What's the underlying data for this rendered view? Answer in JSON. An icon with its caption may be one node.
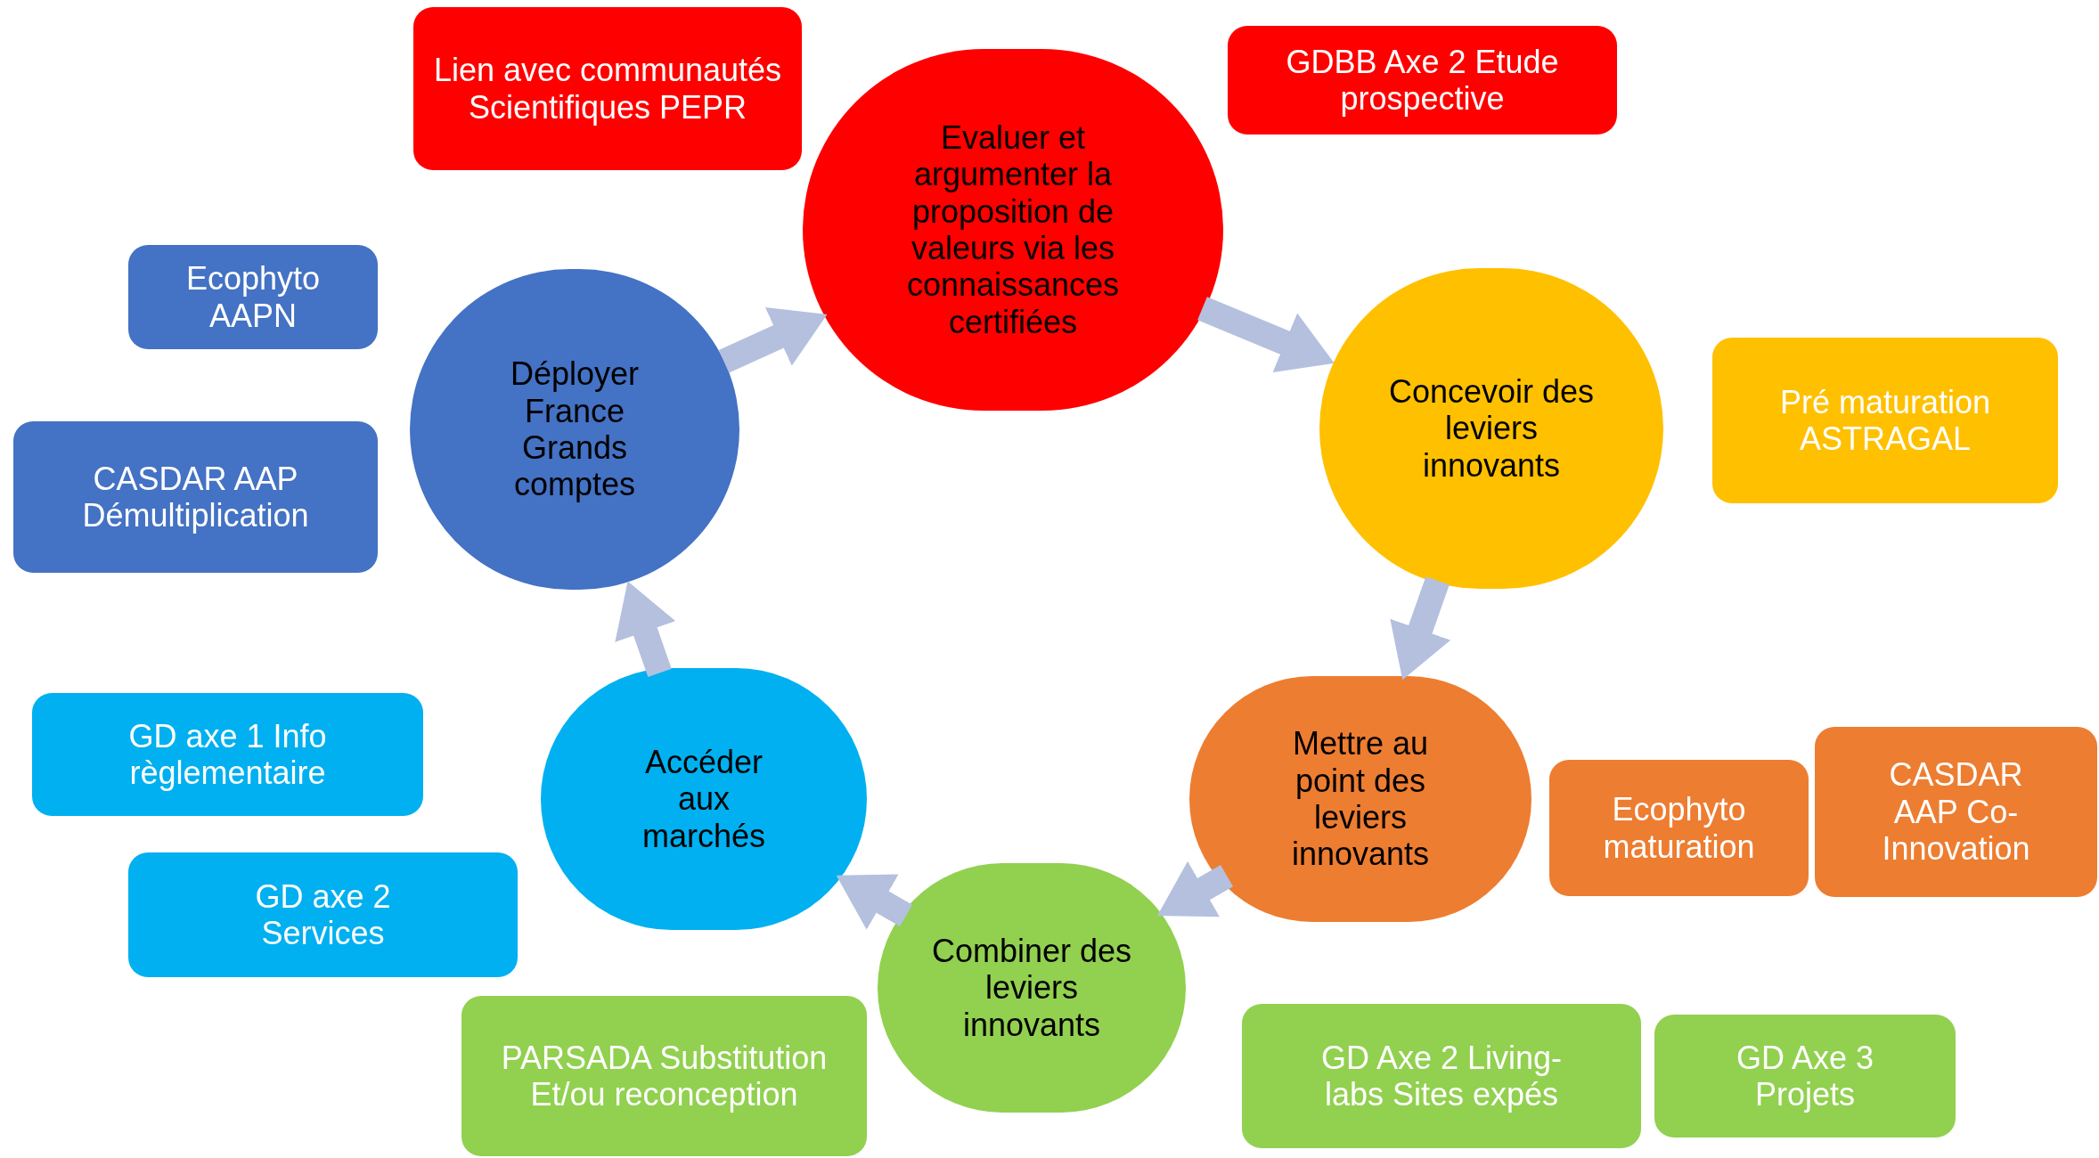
{
  "diagram": {
    "nodes": [
      {
        "text": [
          "Lien avec communautés Scientifiques PEPR"
        ]
      },
      {
        "text": [
          "Evaluer et argumenter la proposition de valeurs via les connaissances certifiées"
        ]
      },
      {
        "text": [
          "GDBB Axe 2 Etude prospective"
        ]
      },
      {
        "text": [
          "Ecophyto AAPN"
        ]
      },
      {
        "text": [
          "Déployer France Grands comptes"
        ]
      },
      {
        "text": [
          "Concevoir des leviers innovants"
        ]
      },
      {
        "text": [
          "Pré maturation ASTRAGAL"
        ]
      },
      {
        "text": [
          "CASDAR AAP Démultiplication"
        ]
      },
      {
        "text": [
          "GD axe 1 Info règlementaire"
        ]
      },
      {
        "text": [
          "Accéder aux marchés"
        ]
      },
      {
        "text": [
          "Mettre au point des leviers innovants"
        ]
      },
      {
        "text": [
          "Ecophyto maturation"
        ]
      },
      {
        "text": [
          "CASDAR AAP Co-Innovation"
        ]
      },
      {
        "text": [
          "GD axe 2 Services"
        ]
      },
      {
        "text": [
          "Combiner des leviers innovants"
        ]
      },
      {
        "text": [
          "PARSADA Substitution Et/ou reconception"
        ]
      },
      {
        "text": [
          "GD Axe 2 Living-labs Sites expés"
        ]
      },
      {
        "text": [
          "GD Axe 3 Projets"
        ]
      }
    ],
    "edges": [
      {
        "from": 1,
        "to": 5,
        "arrow": "to"
      },
      {
        "from": 5,
        "to": 10,
        "arrow": "to"
      },
      {
        "from": 10,
        "to": 14,
        "arrow": "to"
      },
      {
        "from": 14,
        "to": 9,
        "arrow": "to"
      },
      {
        "from": 9,
        "to": 4,
        "arrow": "to"
      },
      {
        "from": 4,
        "to": 1,
        "arrow": "to"
      }
    ]
  }
}
